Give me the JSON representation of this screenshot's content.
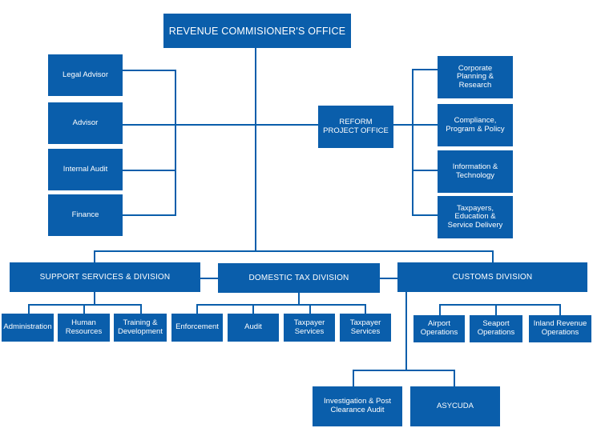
{
  "colors": {
    "box": "#0a5eab",
    "line": "#0a5eab",
    "text": "#ffffff"
  },
  "top": {
    "title": "REVENUE COMMISIONER'S OFFICE"
  },
  "left_advisors": [
    "Legal Advisor",
    "Advisor",
    "Internal Audit",
    "Finance"
  ],
  "reform": {
    "label": "REFORM\nPROJECT OFFICE"
  },
  "right_units": [
    "Corporate\nPlanning &\nResearch",
    "Compliance,\nProgram & Policy",
    "Information &\nTechnology",
    "Taxpayers,\nEducation &\nService Delivery"
  ],
  "divisions": {
    "support": {
      "title": "SUPPORT SERVICES & DIVISION",
      "units": [
        "Administration",
        "Human\nResources",
        "Training &\nDevelopment"
      ]
    },
    "domestic": {
      "title": "DOMESTIC TAX DIVISION",
      "units": [
        "Enforcement",
        "Audit",
        "Taxpayer\nServices",
        "Taxpayer\nServices"
      ]
    },
    "customs": {
      "title": "CUSTOMS DIVISION",
      "units": [
        "Airport\nOperations",
        "Seaport\nOperations",
        "Inland Revenue\nOperations"
      ],
      "sub_units": [
        "Investigation & Post\nClearance Audit",
        "ASYCUDA"
      ]
    }
  }
}
